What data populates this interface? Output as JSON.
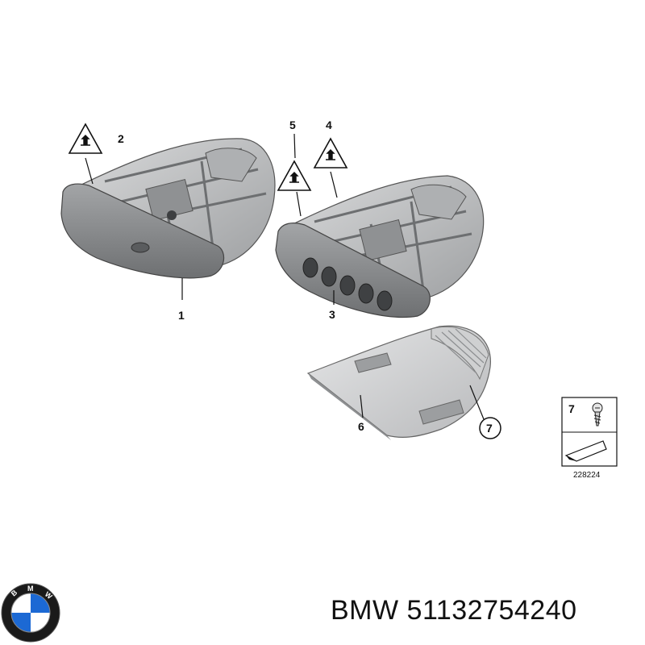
{
  "callouts": {
    "c1": "1",
    "c2": "2",
    "c3": "3",
    "c4": "4",
    "c5": "5",
    "c6": "6",
    "c7": "7"
  },
  "legend_box": {
    "part_number": "7",
    "diagram_id": "228224"
  },
  "caption": {
    "brand": "BMW",
    "part_no": "51132754240"
  },
  "colors": {
    "part_fill": "#c9cacb",
    "part_dark": "#7d7f81",
    "part_shadow": "#5f6163",
    "line": "#111111",
    "bmw_blue": "#1c69d4"
  },
  "icons": {
    "warning": "triangle-plug-icon",
    "logo": "bmw-roundel"
  }
}
